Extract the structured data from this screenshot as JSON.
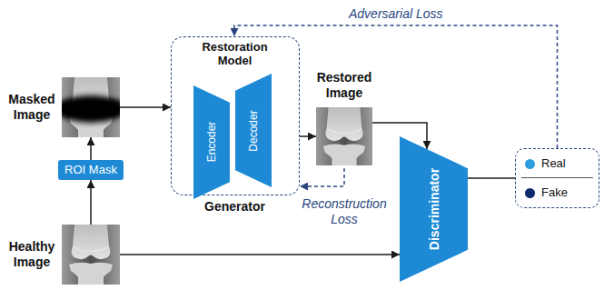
{
  "diagram": {
    "nodes": [
      {
        "text": [
          "Masked Image"
        ]
      },
      {
        "text": [
          "ROI Mask"
        ]
      },
      {
        "text": [
          "Healthy Image"
        ]
      },
      {
        "text": [
          "Restoration Model",
          "Generator"
        ]
      },
      {
        "text": [
          "Encoder"
        ],
        "in": 3
      },
      {
        "text": [
          "Decoder"
        ],
        "in": 3
      },
      {
        "text": [
          "Restored Image"
        ]
      },
      {
        "text": [
          "Discriminator"
        ]
      },
      {
        "text": [
          "Real",
          "Fake"
        ]
      }
    ],
    "edges": [
      {
        "from": 2,
        "to": 1,
        "arrow": "to"
      },
      {
        "from": 1,
        "to": 0,
        "arrow": "to"
      },
      {
        "from": 0,
        "to": 3,
        "arrow": "to"
      },
      {
        "from": 3,
        "to": 6,
        "arrow": "to"
      },
      {
        "from": 6,
        "to": 7,
        "arrow": "to"
      },
      {
        "from": 2,
        "to": 7,
        "arrow": "to"
      },
      {
        "from": 7,
        "to": 8,
        "arrow": "none"
      },
      {
        "from": 8,
        "to": 3,
        "label": "Adversarial Loss",
        "arrow": "to"
      },
      {
        "from": 6,
        "to": 3,
        "label": "Reconstruction Loss",
        "arrow": "to"
      }
    ]
  }
}
